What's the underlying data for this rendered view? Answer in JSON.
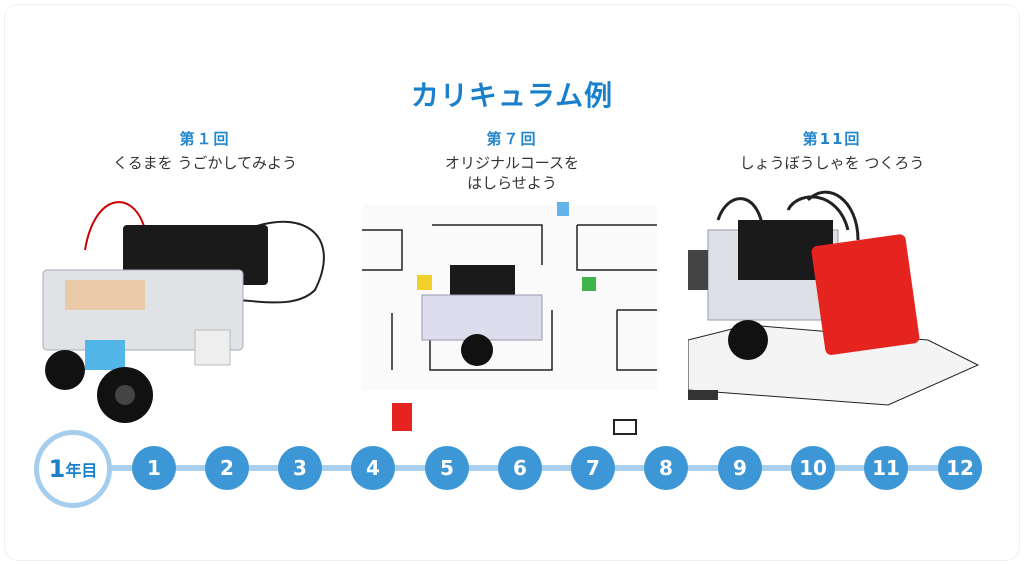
{
  "title": "カリキュラム例",
  "lessons": [
    {
      "step": "第１回",
      "desc": [
        "くるまを うごかしてみよう"
      ]
    },
    {
      "step": "第７回",
      "desc": [
        "オリジナルコースを",
        "はしらせよう"
      ]
    },
    {
      "step": "第11回",
      "desc": [
        "しょうぼうしゃを つくろう"
      ]
    }
  ],
  "timeline": {
    "year_number": "1",
    "year_suffix": "年目",
    "steps": [
      "1",
      "2",
      "3",
      "4",
      "5",
      "6",
      "7",
      "8",
      "9",
      "10",
      "11",
      "12"
    ]
  },
  "colors": {
    "accent": "#1a80cc",
    "dot": "#3d97d6",
    "line": "#a9d0ee"
  }
}
